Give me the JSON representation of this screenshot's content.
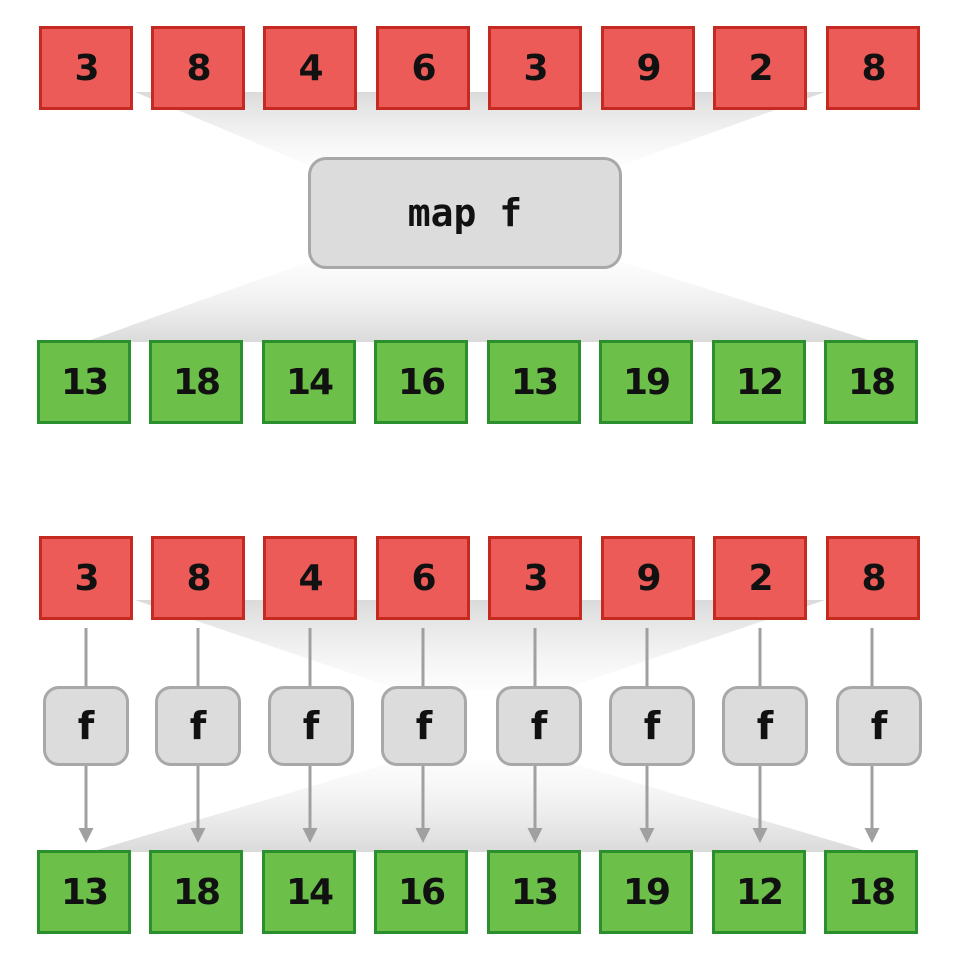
{
  "top_example": {
    "inputs": [
      "3",
      "8",
      "4",
      "6",
      "3",
      "9",
      "2",
      "8"
    ],
    "operation_label": "map f",
    "outputs": [
      "13",
      "18",
      "14",
      "16",
      "13",
      "19",
      "12",
      "18"
    ]
  },
  "bottom_example": {
    "inputs": [
      "3",
      "8",
      "4",
      "6",
      "3",
      "9",
      "2",
      "8"
    ],
    "function_label": "f",
    "outputs": [
      "13",
      "18",
      "14",
      "16",
      "13",
      "19",
      "12",
      "18"
    ]
  },
  "colors": {
    "input_fill": "#ec5b57",
    "input_border": "#c42a20",
    "output_fill": "#6cc04a",
    "output_border": "#2a8f2c",
    "function_fill": "#dcdcdc",
    "function_border": "#a8a8a8",
    "arrow": "#a0a0a0"
  }
}
